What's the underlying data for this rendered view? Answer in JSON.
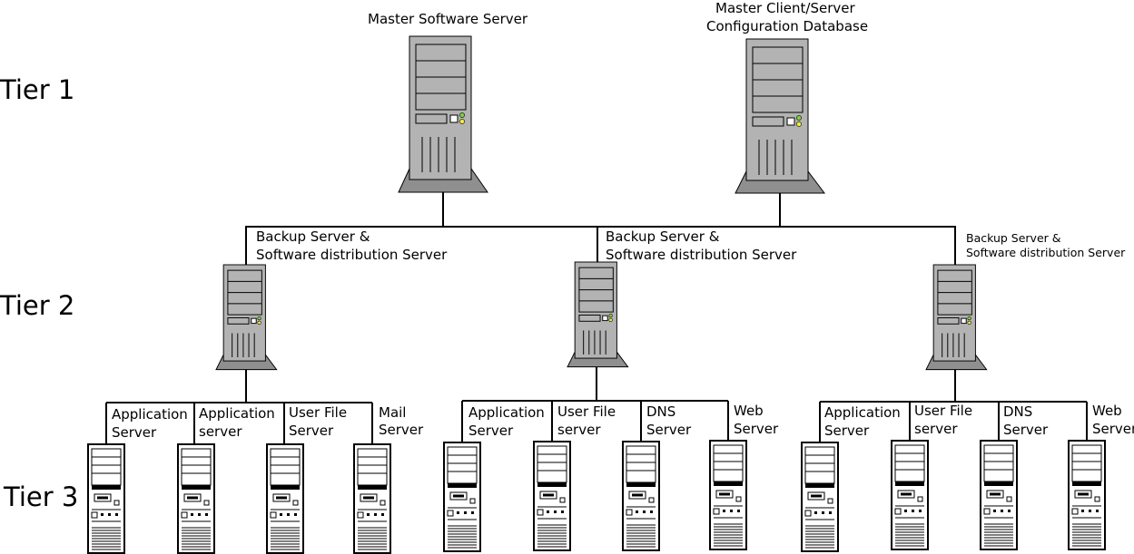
{
  "tiers": [
    "Tier 1",
    "Tier 2",
    "Tier 3"
  ],
  "tier1": [
    {
      "lines": [
        "Master Software Server"
      ]
    },
    {
      "lines": [
        "Master Client/Server",
        "Configuration Database"
      ]
    }
  ],
  "tier2": [
    {
      "lines": [
        "Backup Server &",
        "Software distribution Server"
      ]
    },
    {
      "lines": [
        "Backup Server &",
        "Software distribution Server"
      ]
    },
    {
      "lines": [
        "Backup Server &",
        "Software distribution Server"
      ]
    }
  ],
  "tier3": [
    {
      "lines": [
        "Application",
        "Server"
      ]
    },
    {
      "lines": [
        "Application",
        "server"
      ]
    },
    {
      "lines": [
        "User File",
        "Server"
      ]
    },
    {
      "lines": [
        "Mail",
        "Server"
      ]
    },
    {
      "lines": [
        "Application",
        "Server"
      ]
    },
    {
      "lines": [
        "User File",
        "server"
      ]
    },
    {
      "lines": [
        "DNS",
        "Server"
      ]
    },
    {
      "lines": [
        "Web",
        "Server"
      ]
    },
    {
      "lines": [
        "Application",
        "Server"
      ]
    },
    {
      "lines": [
        "User File",
        "server"
      ]
    },
    {
      "lines": [
        "DNS",
        "Server"
      ]
    },
    {
      "lines": [
        "Web",
        "Server"
      ]
    }
  ]
}
